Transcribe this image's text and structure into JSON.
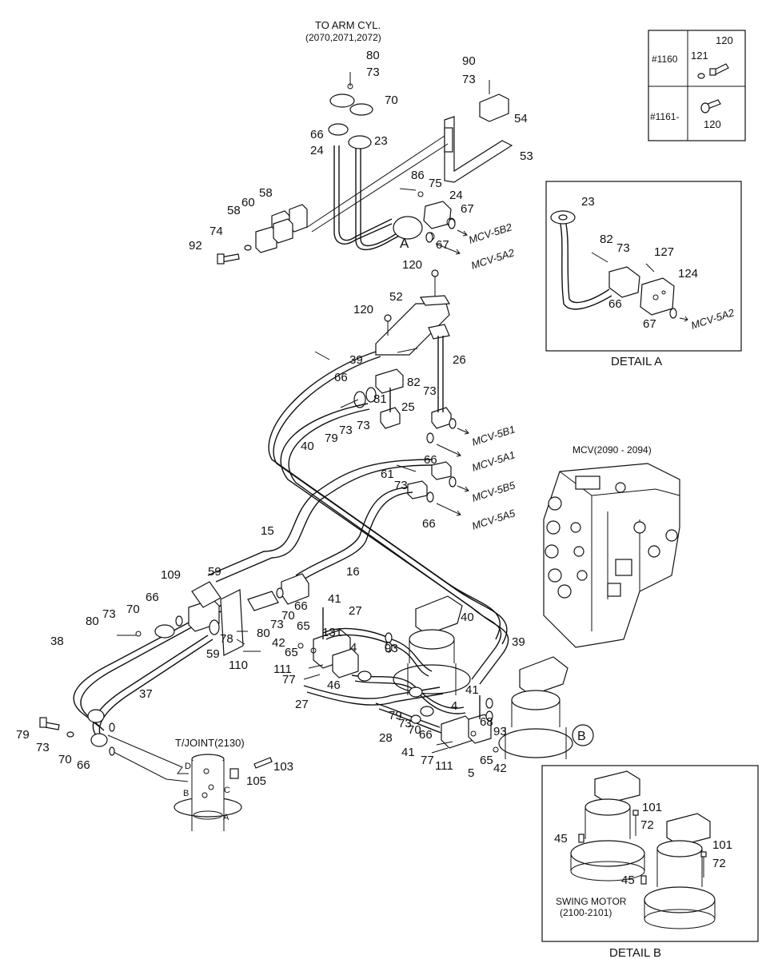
{
  "header": {
    "to_arm_cyl": "TO ARM CYL.",
    "to_arm_cyl_refs": "(2070,2071,2072)"
  },
  "serial_table": {
    "row1_label": "#1160",
    "row1_parts": [
      "121",
      "120"
    ],
    "row2_label": "#1161-",
    "row2_parts": [
      "120"
    ]
  },
  "detail_a": {
    "title": "DETAIL  A",
    "labels": [
      "23",
      "82",
      "73",
      "127",
      "124",
      "66",
      "67"
    ],
    "port": "MCV-5A2"
  },
  "mcv": {
    "label": "MCV(2090 - 2094)"
  },
  "detail_b": {
    "title": "DETAIL  B",
    "marker": "B",
    "labels": [
      "101",
      "72",
      "45",
      "101",
      "72",
      "45"
    ],
    "swing_motor": "SWING MOTOR",
    "swing_motor_refs": "(2100-2101)"
  },
  "tjoint": {
    "label": "T/JOINT(2130)",
    "ports": [
      "D",
      "B",
      "C",
      "A"
    ]
  },
  "marker_a": "A",
  "ports": [
    "MCV-5B2",
    "MCV-5A2",
    "MCV-5B1",
    "MCV-5A1",
    "MCV-5B5",
    "MCV-5A5"
  ],
  "callouts": {
    "top": [
      "80",
      "73",
      "70",
      "66",
      "24",
      "23",
      "90",
      "73",
      "54",
      "53",
      "86",
      "75",
      "24",
      "67",
      "67",
      "58",
      "60",
      "58",
      "74",
      "92",
      "120"
    ],
    "middle": [
      "52",
      "120",
      "39",
      "26",
      "66",
      "82",
      "81",
      "73",
      "25",
      "73",
      "79",
      "73",
      "40",
      "61",
      "73",
      "66",
      "66",
      "15",
      "16"
    ],
    "left": [
      "109",
      "59",
      "66",
      "70",
      "73",
      "80",
      "70",
      "73",
      "80",
      "78",
      "59",
      "110",
      "66",
      "38",
      "37",
      "79",
      "73",
      "70",
      "66",
      "103",
      "105"
    ],
    "center": [
      "41",
      "27",
      "65",
      "131",
      "42",
      "65",
      "4",
      "93",
      "40",
      "39",
      "111",
      "77",
      "46",
      "27",
      "41",
      "4",
      "79",
      "73",
      "70",
      "66",
      "28",
      "68",
      "93",
      "41",
      "77",
      "111",
      "5",
      "65",
      "42"
    ]
  }
}
